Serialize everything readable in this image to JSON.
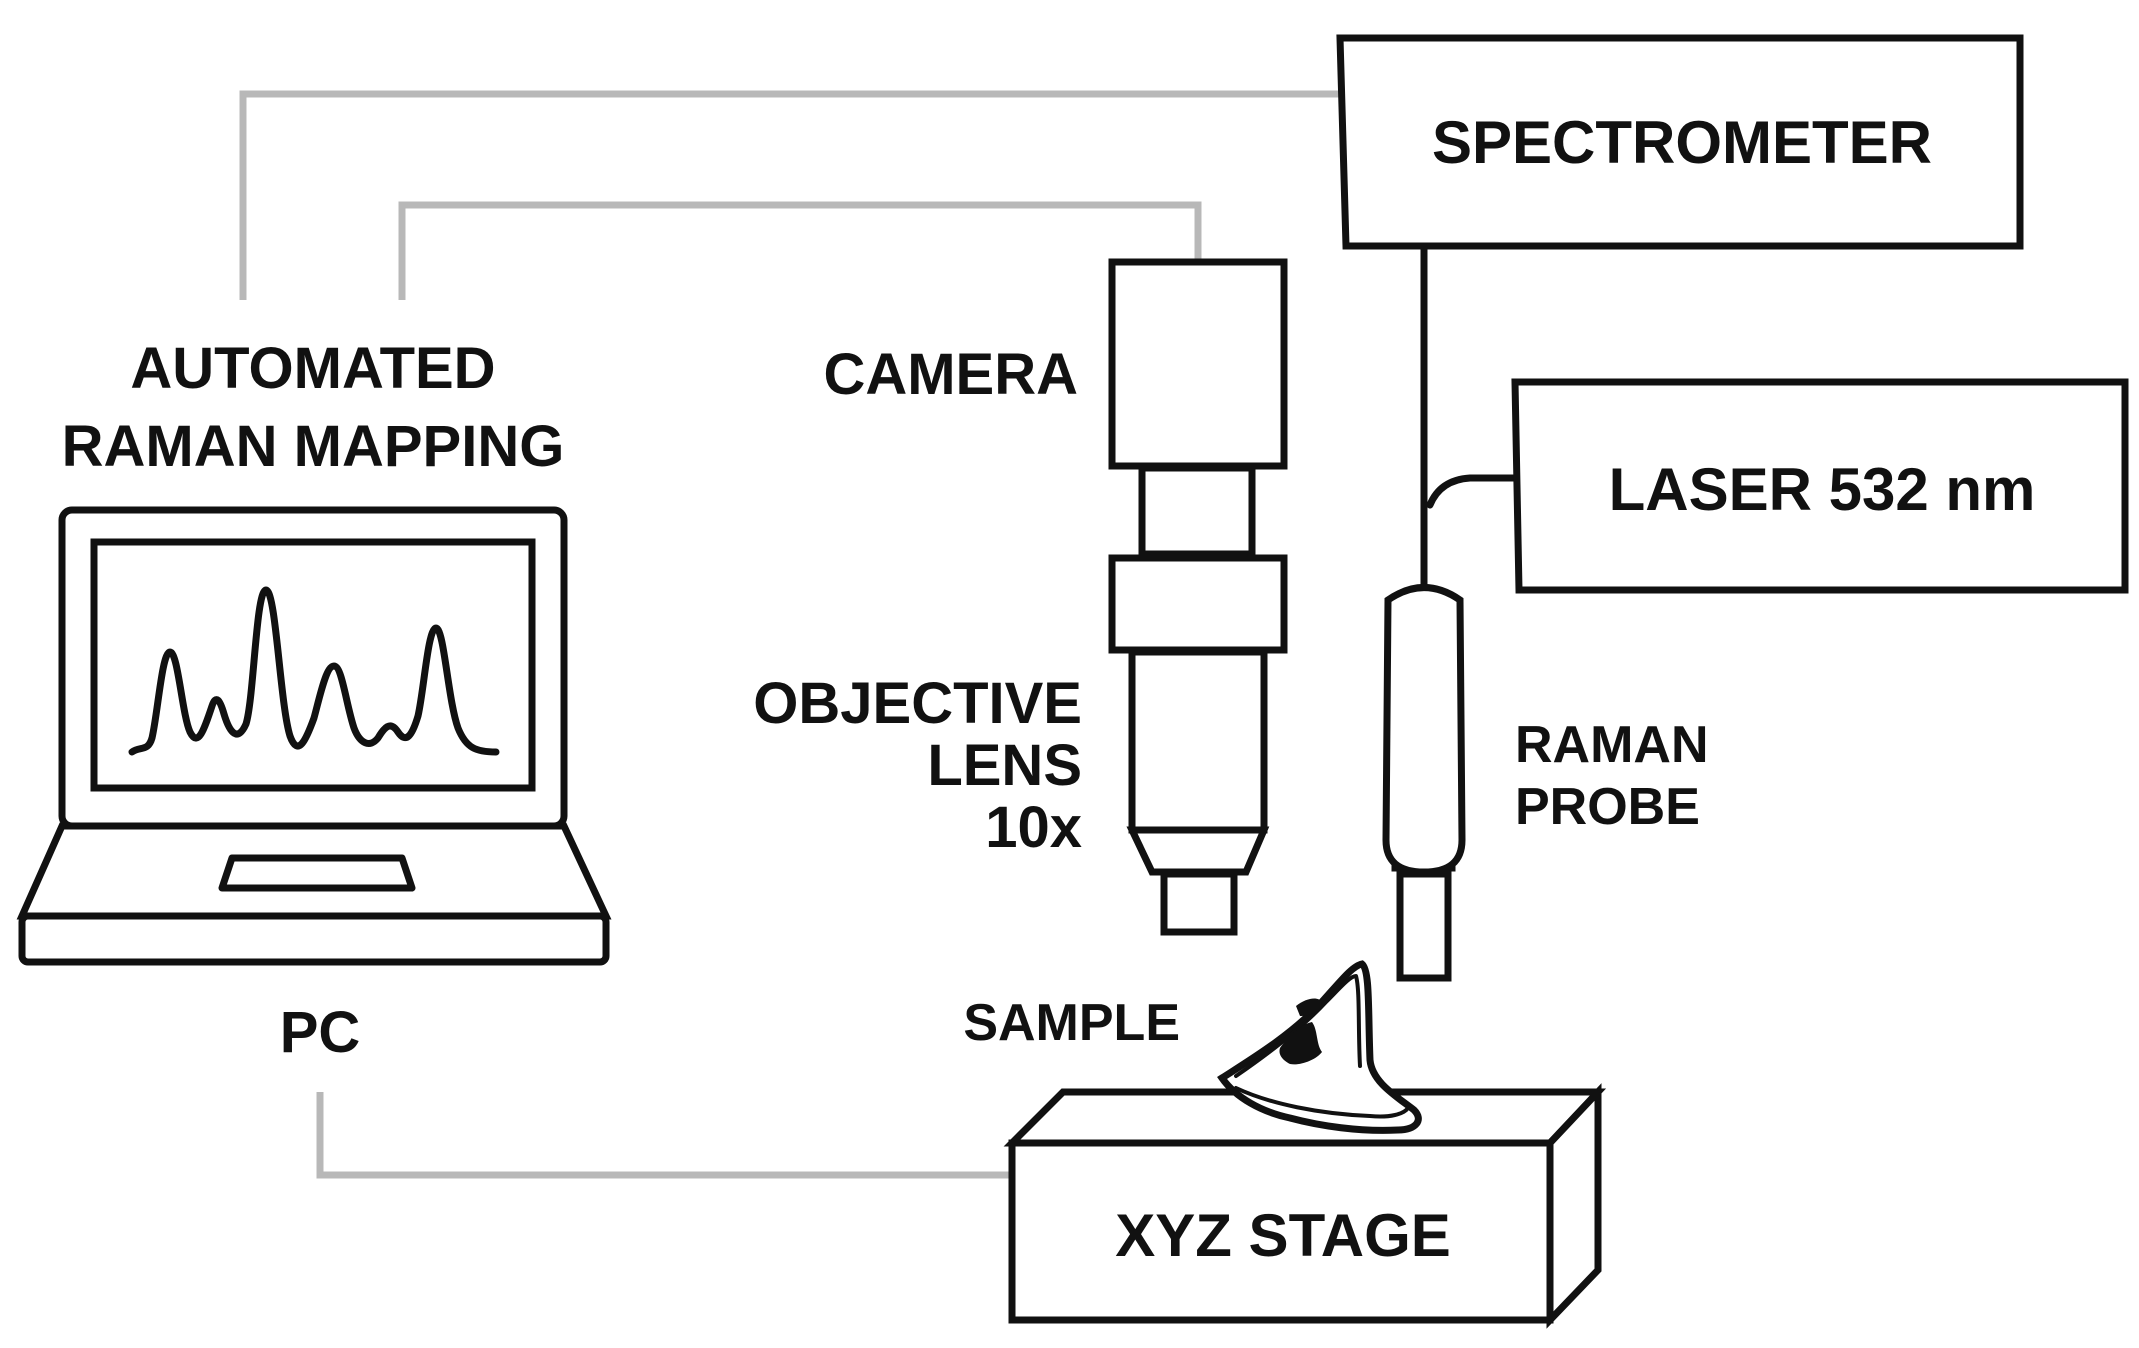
{
  "colors": {
    "ink": "#111111",
    "connector": "#b8b8b8",
    "background": "#ffffff"
  },
  "labels": {
    "software_line1": "AUTOMATED",
    "software_line2": "RAMAN MAPPING",
    "pc": "PC",
    "camera": "CAMERA",
    "objective_line1": "OBJECTIVE",
    "objective_line2": "LENS",
    "objective_line3": "10x",
    "spectrometer": "SPECTROMETER",
    "laser": "LASER 532 nm",
    "probe_line1": "RAMAN",
    "probe_line2": "PROBE",
    "sample": "SAMPLE",
    "stage": "XYZ STAGE"
  }
}
